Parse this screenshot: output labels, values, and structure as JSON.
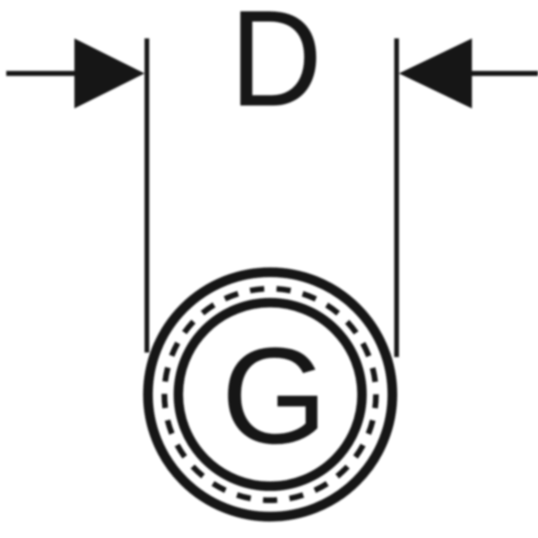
{
  "diagram": {
    "type": "technical-dimension-drawing",
    "description": "Diameter dimension D of a circular pipe cross-section marked G",
    "dimension_label": "D",
    "circle_label": "G",
    "ink_color": "#141414",
    "background_color": "#ffffff"
  }
}
